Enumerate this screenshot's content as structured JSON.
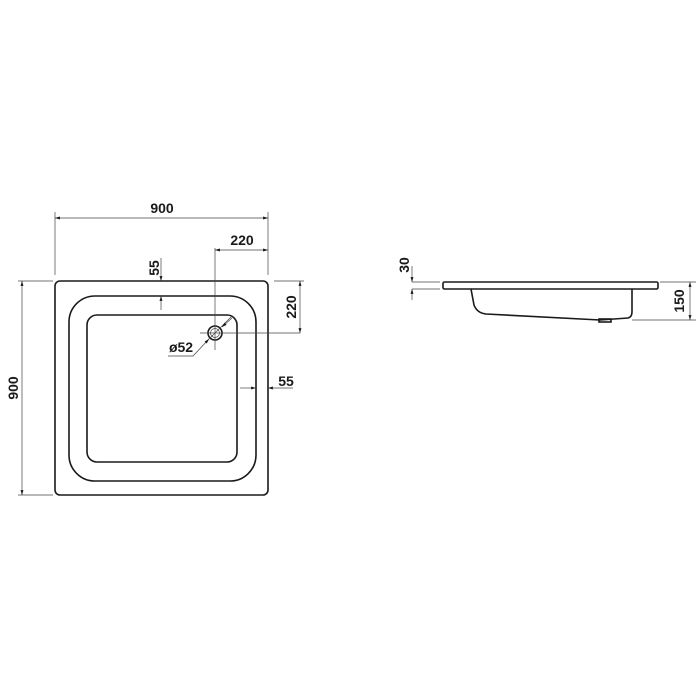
{
  "dimensions": {
    "width": "900",
    "depth": "900",
    "drain_offset_x": "220",
    "drain_offset_y": "220",
    "rim_top": "55",
    "rim_side": "55",
    "drain_diameter": "ø52",
    "rim_height": "30",
    "total_height": "150"
  },
  "colors": {
    "line": "#1a1a1a",
    "background": "#ffffff"
  }
}
